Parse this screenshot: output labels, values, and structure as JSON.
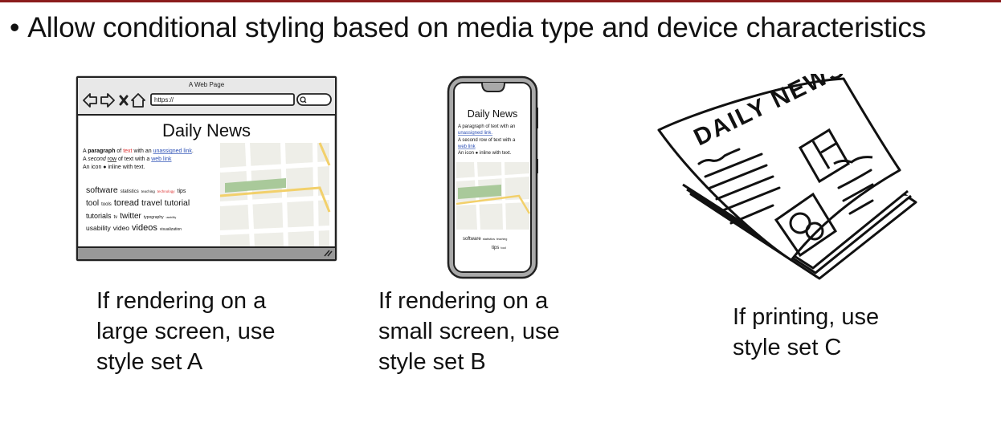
{
  "bullet": {
    "marker": "•",
    "text": "Allow conditional styling based on media type and device characteristics"
  },
  "browser": {
    "window_title": "A Web Page",
    "url": "https://",
    "headline": "Daily News",
    "para_lines": [
      [
        "A ",
        "paragraph",
        " of ",
        "text",
        " with an ",
        "unassigned link",
        "."
      ],
      [
        "A ",
        "second",
        " ",
        "row",
        " of text with a ",
        "web link",
        ""
      ],
      [
        "An icon ",
        "●",
        " inline with text.",
        "",
        "",
        "",
        ""
      ]
    ],
    "tag_rows": [
      [
        "software",
        "statistics",
        "teaching",
        "technology",
        "tips"
      ],
      [
        "tool",
        "tools",
        "toread",
        "travel",
        "tutorial"
      ],
      [
        "tutorials",
        "tv",
        "twitter",
        "typography",
        "usability"
      ],
      [
        "usability",
        "video",
        "videos",
        "visualization"
      ]
    ]
  },
  "phone": {
    "headline": "Daily News",
    "lines": [
      "A paragraph of text with an",
      "unassigned link.",
      "A second row of text with a",
      "web link",
      "An icon ● inline with text."
    ],
    "tags": [
      "software",
      "statistics",
      "teaching",
      "tips",
      "tool"
    ]
  },
  "newspaper": {
    "masthead": "DAILY NEWS"
  },
  "captions": {
    "large": [
      "If rendering on a",
      "large screen, use",
      "style set A"
    ],
    "small": [
      "If rendering on a",
      "small screen, use",
      "style set B"
    ],
    "print": [
      "If printing, use",
      "style set C"
    ]
  },
  "colors": {
    "accent": "#8b1c1c",
    "link": "#2b4fb5",
    "red_text": "#d33",
    "map_green": "#a9c99a",
    "map_road": "#f2d06b"
  }
}
